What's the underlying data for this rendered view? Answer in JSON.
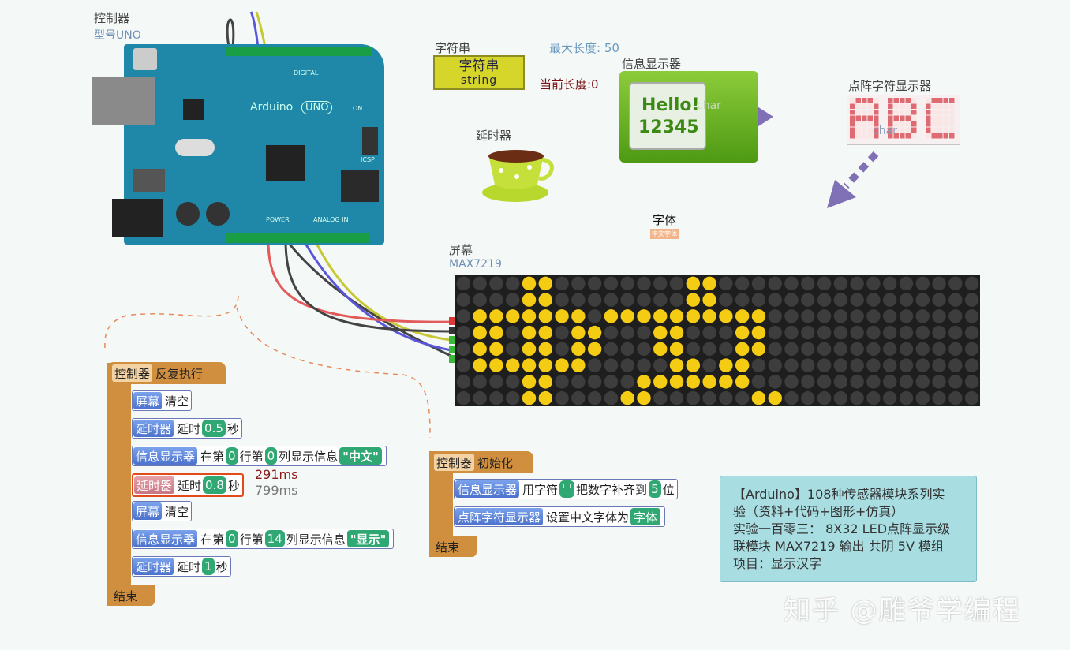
{
  "controller": {
    "title": "控制器",
    "model": "型号UNO"
  },
  "string_comp": {
    "title": "字符串",
    "icon_line1": "字符串",
    "icon_line2": "string",
    "max_len": "最大长度: 50",
    "cur_len": "当前长度:0"
  },
  "info_display": {
    "title": "信息显示器",
    "screen_line1": "Hello!",
    "screen_line2": "12345",
    "port": "char"
  },
  "dot_display": {
    "title": "点阵字符显示器",
    "port": "char"
  },
  "delay": {
    "title": "延时器"
  },
  "font": {
    "title": "字体",
    "icon": "中文字体"
  },
  "screen": {
    "title": "屏幕",
    "model": "MAX7219"
  },
  "loop_block": {
    "hat_tag": "控制器",
    "hat_text": "反复执行",
    "end": "结束",
    "rows": [
      {
        "tag": "屏幕",
        "t1": "清空"
      },
      {
        "tag": "延时器",
        "t1": "延时",
        "v1": "0.5",
        "t2": "秒"
      },
      {
        "tag": "信息显示器",
        "t1": "在第",
        "v1": "0",
        "t2": "行第",
        "v2": "0",
        "t3": "列显示信息",
        "s": "\"中文\""
      },
      {
        "tag": "延时器",
        "t1": "延时",
        "v1": "0.8",
        "t2": "秒"
      },
      {
        "tag": "屏幕",
        "t1": "清空"
      },
      {
        "tag": "信息显示器",
        "t1": "在第",
        "v1": "0",
        "t2": "行第",
        "v2": "14",
        "t3": "列显示信息",
        "s": "\"显示\""
      },
      {
        "tag": "延时器",
        "t1": "延时",
        "v1": "1",
        "t2": "秒"
      }
    ],
    "timing1": "291ms",
    "timing2": "799ms"
  },
  "init_block": {
    "hat_tag": "控制器",
    "hat_text": "初始化",
    "end": "结束",
    "row1": {
      "tag": "信息显示器",
      "t1": "用字符",
      "v1": "' '",
      "t2": "把数字补齐到",
      "v2": "5",
      "t3": "位"
    },
    "row2": {
      "tag": "点阵字符显示器",
      "t1": "设置中文字体为",
      "v1": "字体"
    }
  },
  "info_note": {
    "line1": "【Arduino】108种传感器模块系列实",
    "line2": "验（资料+代码+图形+仿真）",
    "line3": "实验一百零三：  8X32 LED点阵显示级",
    "line4": "联模块 MAX7219 输出 共阴 5V 模组",
    "line5": "项目：显示汉字"
  },
  "watermark": "知乎 @雕爷学编程",
  "arduino": {
    "brand": "Arduino",
    "model": "UNO",
    "digital": "DIGITAL",
    "power": "POWER",
    "analog": "ANALOG IN",
    "icsp": "ICSP",
    "on": "ON"
  },
  "matrix": {
    "rows": [
      "000011000000001100000000000000",
      "000011000000001100000000000000",
      "011111110111111111100000000000",
      "011011011000110001100000000000",
      "011011011000110001100000000000",
      "011111110000011011000000000000",
      "000011000001111111000000000000",
      "000011000011000000110000000000"
    ],
    "on_color": "#f5cc14",
    "off_color": "#3d3d3d"
  }
}
